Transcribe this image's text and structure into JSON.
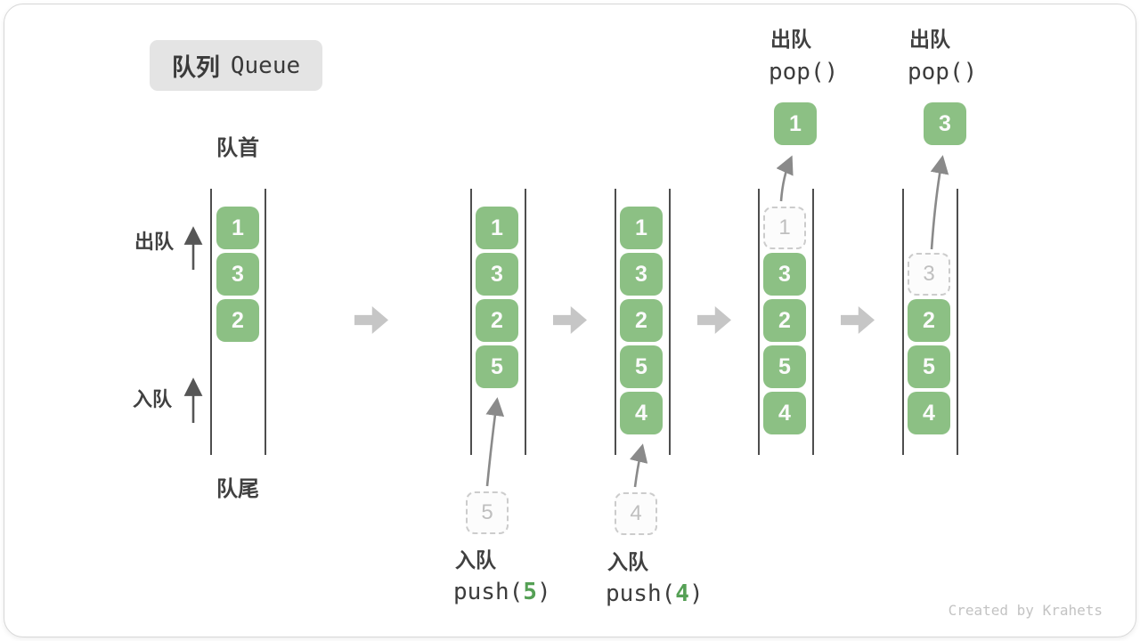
{
  "title": {
    "zh": "队列",
    "en": "Queue"
  },
  "labels": {
    "front": "队首",
    "rear": "队尾",
    "dequeue": "出队",
    "enqueue": "入队"
  },
  "ops": {
    "push5": {
      "zh": "入队",
      "pre": "push(",
      "arg": "5",
      "post": ")"
    },
    "push4": {
      "zh": "入队",
      "pre": "push(",
      "arg": "4",
      "post": ")"
    },
    "pop1": {
      "zh": "出队",
      "code": "pop()"
    },
    "pop2": {
      "zh": "出队",
      "code": "pop()"
    }
  },
  "queues": [
    {
      "items": [
        "1",
        "3",
        "2"
      ]
    },
    {
      "items": [
        "1",
        "3",
        "2",
        "5"
      ],
      "staged": "5"
    },
    {
      "items": [
        "1",
        "3",
        "2",
        "5",
        "4"
      ],
      "staged": "4"
    },
    {
      "removed": "1",
      "items": [
        "3",
        "2",
        "5",
        "4"
      ],
      "popped": "1"
    },
    {
      "removed": "3",
      "items": [
        "2",
        "5",
        "4"
      ],
      "popped": "3"
    }
  ],
  "colors": {
    "item_green": "#8CC084",
    "code_arg_green": "#55a055",
    "dashed_gray": "#cccccc",
    "wall_gray": "#4e4e4e",
    "step_arrow_gray": "#c6c6c6"
  },
  "watermark": "Created by Krahets"
}
